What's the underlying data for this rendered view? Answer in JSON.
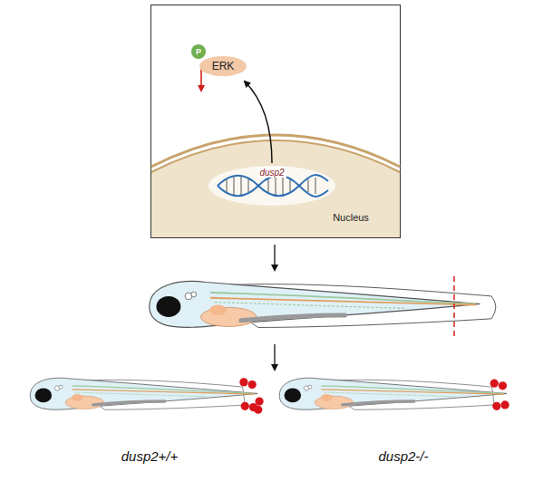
{
  "diagram": {
    "nodes": [
      {
        "text": [
          "ERK"
        ]
      },
      {
        "text": [
          "P"
        ]
      }
    ],
    "labels": [
      "dusp2",
      "Nucleus",
      "dusp2+/+",
      "dusp2-/-"
    ]
  }
}
